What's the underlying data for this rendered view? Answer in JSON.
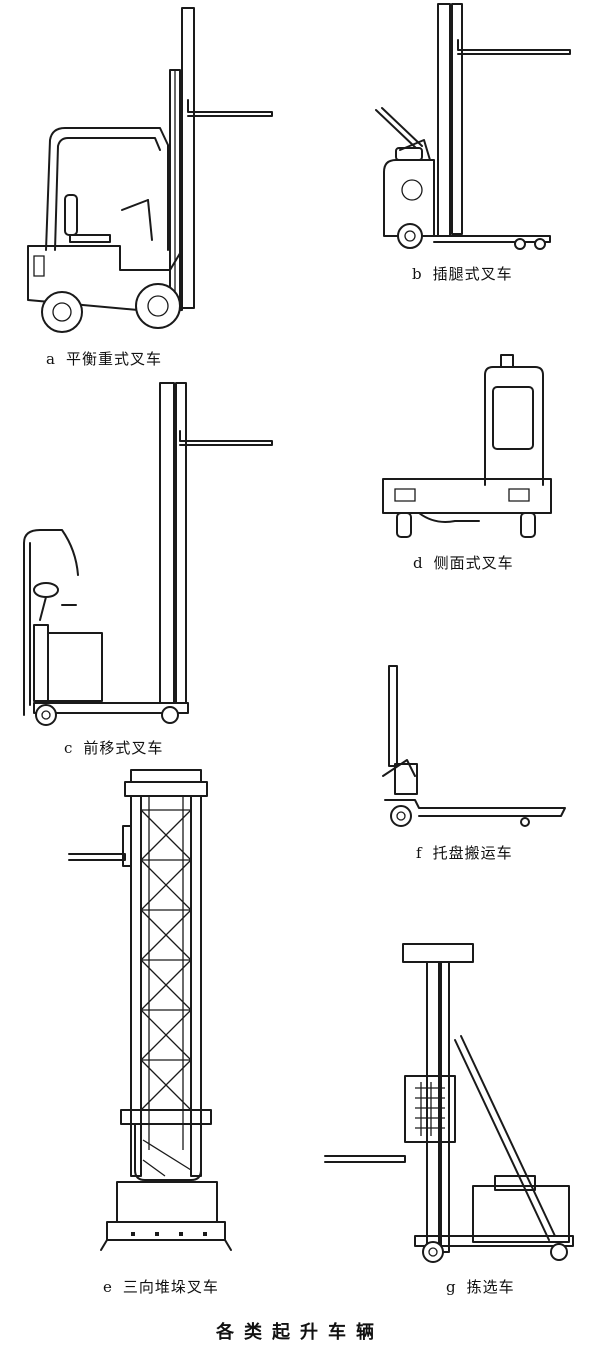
{
  "figures": [
    {
      "letter": "a",
      "label": "平衡重式叉车"
    },
    {
      "letter": "b",
      "label": "插腿式叉车"
    },
    {
      "letter": "c",
      "label": "前移式叉车"
    },
    {
      "letter": "d",
      "label": "侧面式叉车"
    },
    {
      "letter": "e",
      "label": "三向堆垛叉车"
    },
    {
      "letter": "f",
      "label": "托盘搬运车"
    },
    {
      "letter": "g",
      "label": "拣选车"
    }
  ],
  "title": "各类起升车辆"
}
